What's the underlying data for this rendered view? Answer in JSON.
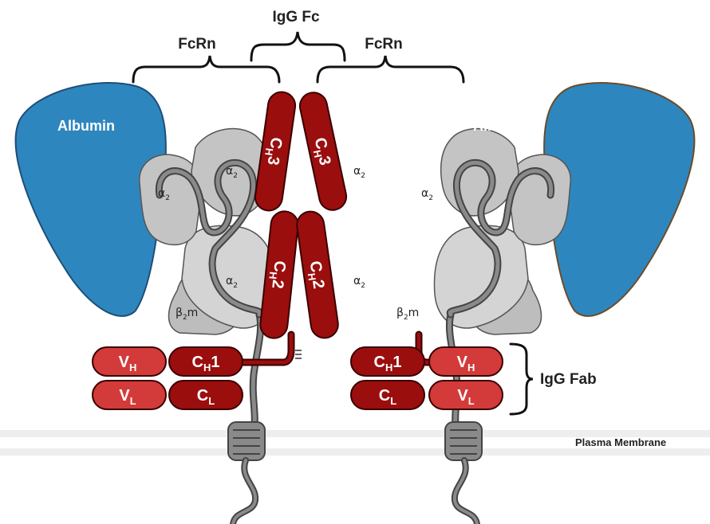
{
  "labels": {
    "igg_fc": "IgG Fc",
    "fcrn_left": "FcRn",
    "fcrn_right": "FcRn",
    "albumin_left": "Albumin",
    "albumin_right": "Albumin",
    "igg_fab": "IgG Fab",
    "plasma_membrane": "Plasma Membrane"
  },
  "fcrn_domains": {
    "alpha": "α",
    "alpha_sub": "2",
    "beta": "β",
    "beta_sub": "2",
    "beta_suffix": "m"
  },
  "igg_domains": {
    "ch3": {
      "main": "C",
      "sub": "H",
      "num": "3"
    },
    "ch2": {
      "main": "C",
      "sub": "H",
      "num": "2"
    },
    "ch1": {
      "main": "C",
      "sub": "H",
      "num": "1"
    },
    "cl": {
      "main": "C",
      "sub": "L"
    },
    "vh": {
      "main": "V",
      "sub": "H"
    },
    "vl": {
      "main": "V",
      "sub": "L"
    }
  },
  "colors": {
    "albumin": "#2e86be",
    "igg_heavy": "#9b0e0e",
    "igg_light": "#d33a3a",
    "fcrn_light": "#d4d4d4",
    "fcrn_mid": "#bdbdbd",
    "strand": "#8a8a8a",
    "membrane": "#eeeeee"
  }
}
